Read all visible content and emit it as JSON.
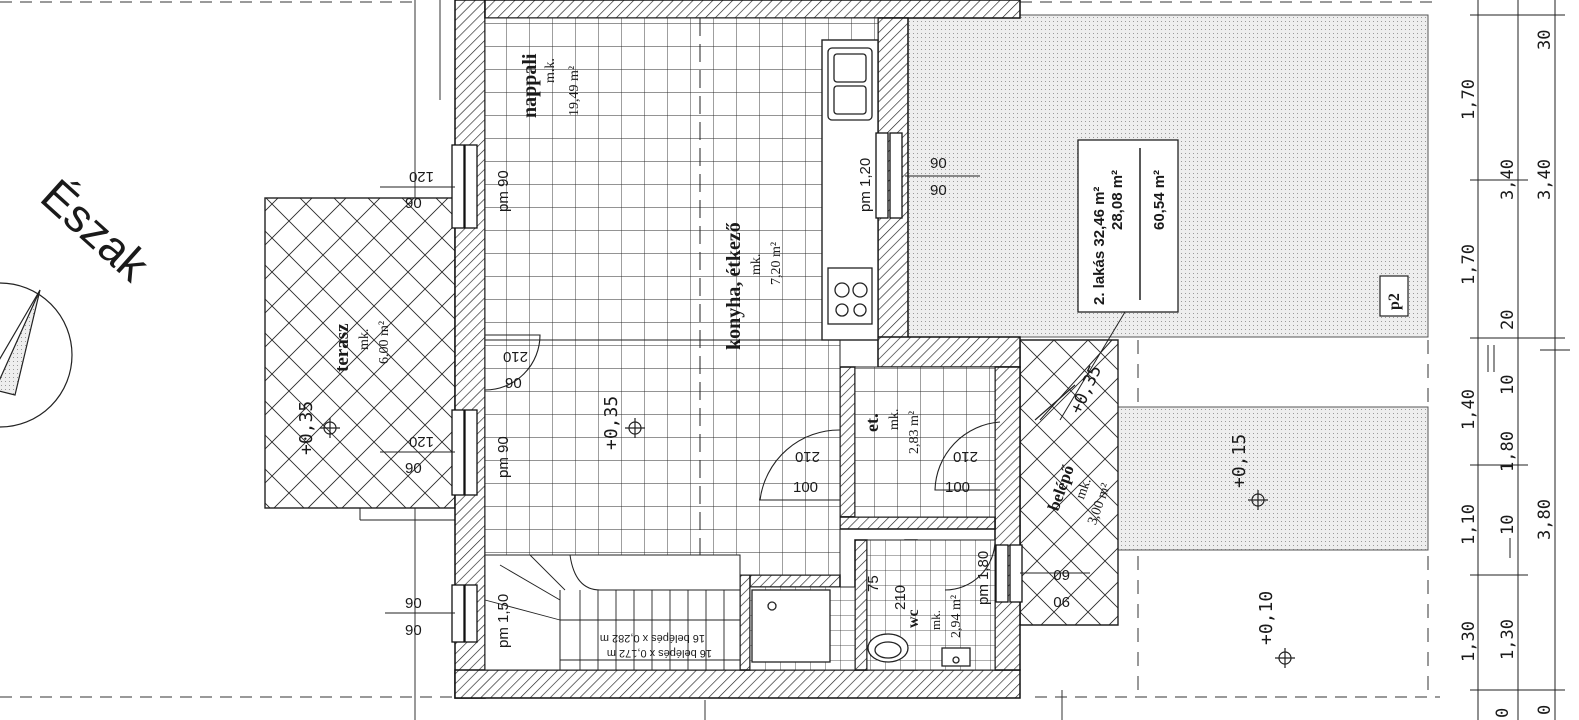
{
  "north_label": "Észak",
  "rooms": {
    "nappali": {
      "name": "nappali",
      "finish": "m.k.",
      "area": "19,49 m²"
    },
    "konyha": {
      "name": "konyha, étkező",
      "finish": "mk.",
      "area": "7,20 m²"
    },
    "terasz": {
      "name": "terasz",
      "finish": "mk.",
      "area": "6,00 m²"
    },
    "et": {
      "name": "et.",
      "finish": "mk.",
      "area": "2,83 m²"
    },
    "belepo": {
      "name": "belépő",
      "finish": "mk.",
      "area": "3,00 m²"
    },
    "wc": {
      "name": "wc",
      "finish": "mk.",
      "area": "2,94 m²"
    }
  },
  "summary": {
    "line1": "2. lakás 32,46 m²",
    "line2": "28,08 m²",
    "total": "60,54 m²"
  },
  "parking_label": "p2",
  "levels": {
    "main": "+0,35",
    "terrace": "+0,35",
    "entrance": "+0,35",
    "yard_upper": "+0,15",
    "yard_lower": "+0,10"
  },
  "stairs": {
    "line1": "16 belépés x 0,282 m",
    "line2": "16 belépés x 0,172 m"
  },
  "openings": {
    "top_window": "pm 90",
    "mid_window": "pm 90",
    "kitchen_window": "pm 1,20",
    "stair_window": "pm 1,50",
    "wc_window": "pm 1,80",
    "d120a": "120",
    "d120b": "120",
    "d90a": "90",
    "d90b": "90",
    "d90c": "90",
    "d90d": "90",
    "d90e": "90",
    "d90f": "90",
    "d90g": "90",
    "d90h": "90",
    "d90i": "90",
    "d210a": "210",
    "d210b": "210",
    "d210c": "210",
    "d100a": "100",
    "d100b": "100",
    "d75": "75",
    "wc210": "210",
    "d60": "60"
  },
  "dimensions": {
    "col1": [
      "1,70",
      "1,70",
      "1,40",
      "1,10",
      "1,30"
    ],
    "col2": [
      "3,40",
      "20",
      "10",
      "1,80",
      "10",
      "1,30"
    ],
    "col3": [
      "30",
      "3,40",
      "3,80",
      "0"
    ],
    "bottom": "0"
  }
}
